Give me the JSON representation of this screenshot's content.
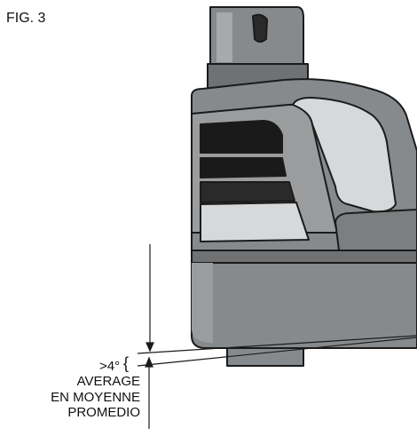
{
  "figure_label": "FIG. 3",
  "annotation": {
    "angle": ">4°",
    "brace": "{",
    "lines": [
      "AVERAGE",
      "EN MOYENNE",
      "PROMEDIO"
    ]
  },
  "colors": {
    "body": "#878a8c",
    "body_light": "#b3b5b7",
    "body_dark": "#5a5c5e",
    "window": "#d6d8da",
    "stripe": "#1a1a1a",
    "outline": "#1b1b1b"
  }
}
